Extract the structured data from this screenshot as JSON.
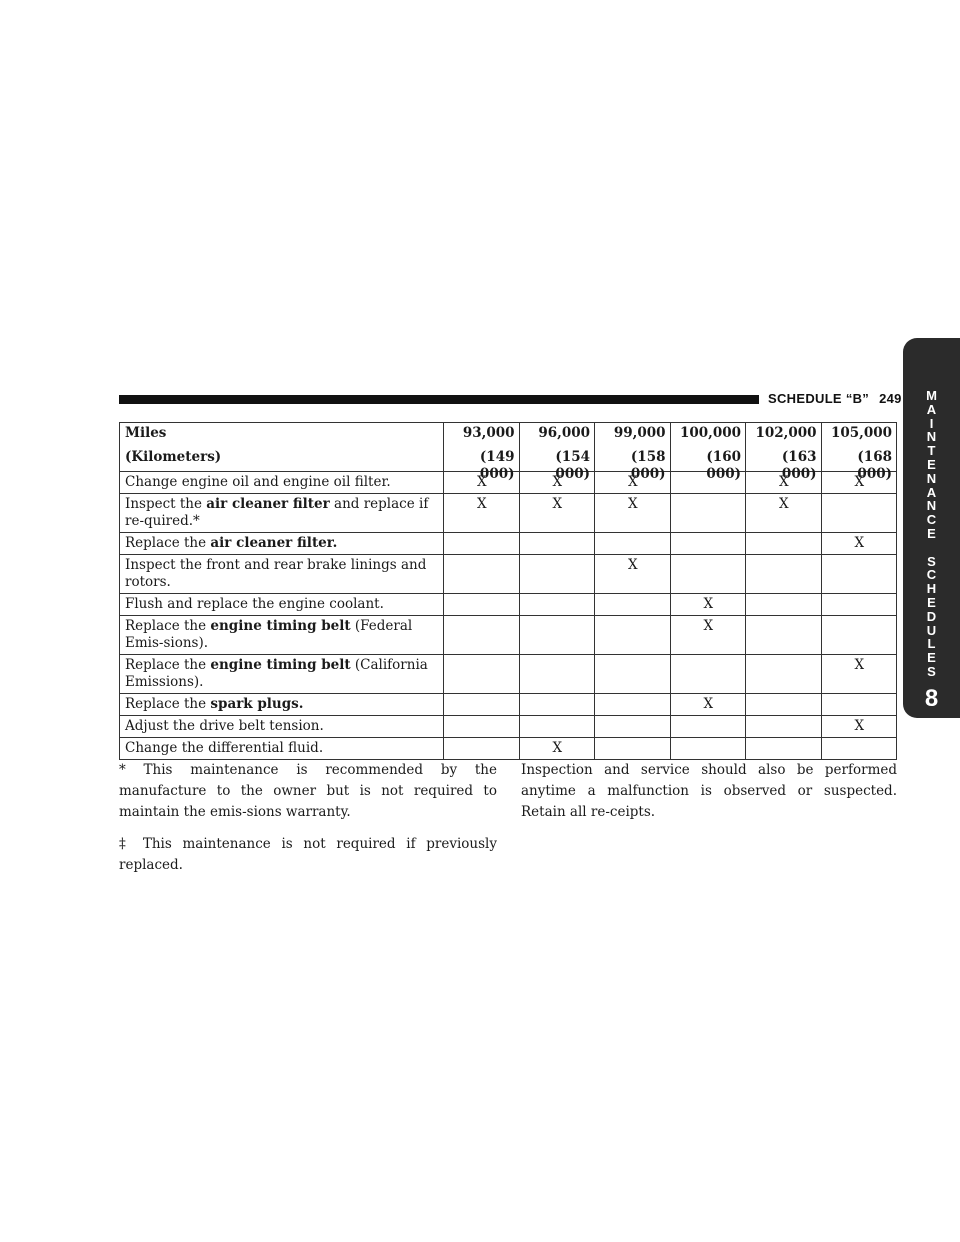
{
  "header": {
    "title": "SCHEDULE “B”",
    "page_number": "249"
  },
  "side_tab": {
    "letters": [
      "M",
      "A",
      "I",
      "N",
      "T",
      "E",
      "N",
      "A",
      "N",
      "C",
      "E",
      " ",
      "S",
      "C",
      "H",
      "E",
      "D",
      "U",
      "L",
      "E",
      "S"
    ],
    "chapter": "8"
  },
  "table": {
    "label_line1": "Miles",
    "label_line2": "(Kilometers)",
    "columns": [
      {
        "miles": "93,000",
        "km": "(149 000)"
      },
      {
        "miles": "96,000",
        "km": "(154 000)"
      },
      {
        "miles": "99,000",
        "km": "(158 000)"
      },
      {
        "miles": "100,000",
        "km": "(160 000)"
      },
      {
        "miles": "102,000",
        "km": "(163 000)"
      },
      {
        "miles": "105,000",
        "km": "(168 000)"
      }
    ],
    "rows": [
      {
        "pre": "Change engine oil and engine oil filter.",
        "bold": "",
        "post": "",
        "marks": [
          "X",
          "X",
          "X",
          "",
          "X",
          "X"
        ]
      },
      {
        "pre": "Inspect the ",
        "bold": "air cleaner filter",
        "post": " and replace if re-quired.*",
        "marks": [
          "X",
          "X",
          "X",
          "",
          "X",
          ""
        ]
      },
      {
        "pre": "Replace the ",
        "bold": "air cleaner filter.",
        "post": "",
        "marks": [
          "",
          "",
          "",
          "",
          "",
          "X"
        ]
      },
      {
        "pre": "Inspect the front and rear brake linings and rotors.",
        "bold": "",
        "post": "",
        "marks": [
          "",
          "",
          "X",
          "",
          "",
          ""
        ]
      },
      {
        "pre": "Flush and replace the engine coolant.",
        "bold": "",
        "post": "",
        "marks": [
          "",
          "",
          "",
          "X",
          "",
          ""
        ]
      },
      {
        "pre": "Replace the ",
        "bold": "engine timing belt",
        "post": " (Federal Emis-sions).",
        "marks": [
          "",
          "",
          "",
          "X",
          "",
          ""
        ]
      },
      {
        "pre": "Replace the ",
        "bold": "engine timing belt",
        "post": " (California Emissions).",
        "marks": [
          "",
          "",
          "",
          "",
          "",
          "X"
        ]
      },
      {
        "pre": "Replace the ",
        "bold": "spark plugs.",
        "post": "",
        "marks": [
          "",
          "",
          "",
          "X",
          "",
          ""
        ]
      },
      {
        "pre": "Adjust the drive belt tension.",
        "bold": "",
        "post": "",
        "marks": [
          "",
          "",
          "",
          "",
          "",
          "X"
        ]
      },
      {
        "pre": "Change the differential fluid.",
        "bold": "",
        "post": "",
        "marks": [
          "",
          "X",
          "",
          "",
          "",
          ""
        ]
      }
    ]
  },
  "notes": {
    "asterisk": "* This maintenance is recommended by the manufacture to the owner but is not required to maintain the emis-sions warranty.",
    "dagger": "‡ This maintenance is not required if previously replaced.",
    "inspection": "Inspection and service should also be performed anytime a malfunction is observed or suspected. Retain all re-ceipts."
  }
}
